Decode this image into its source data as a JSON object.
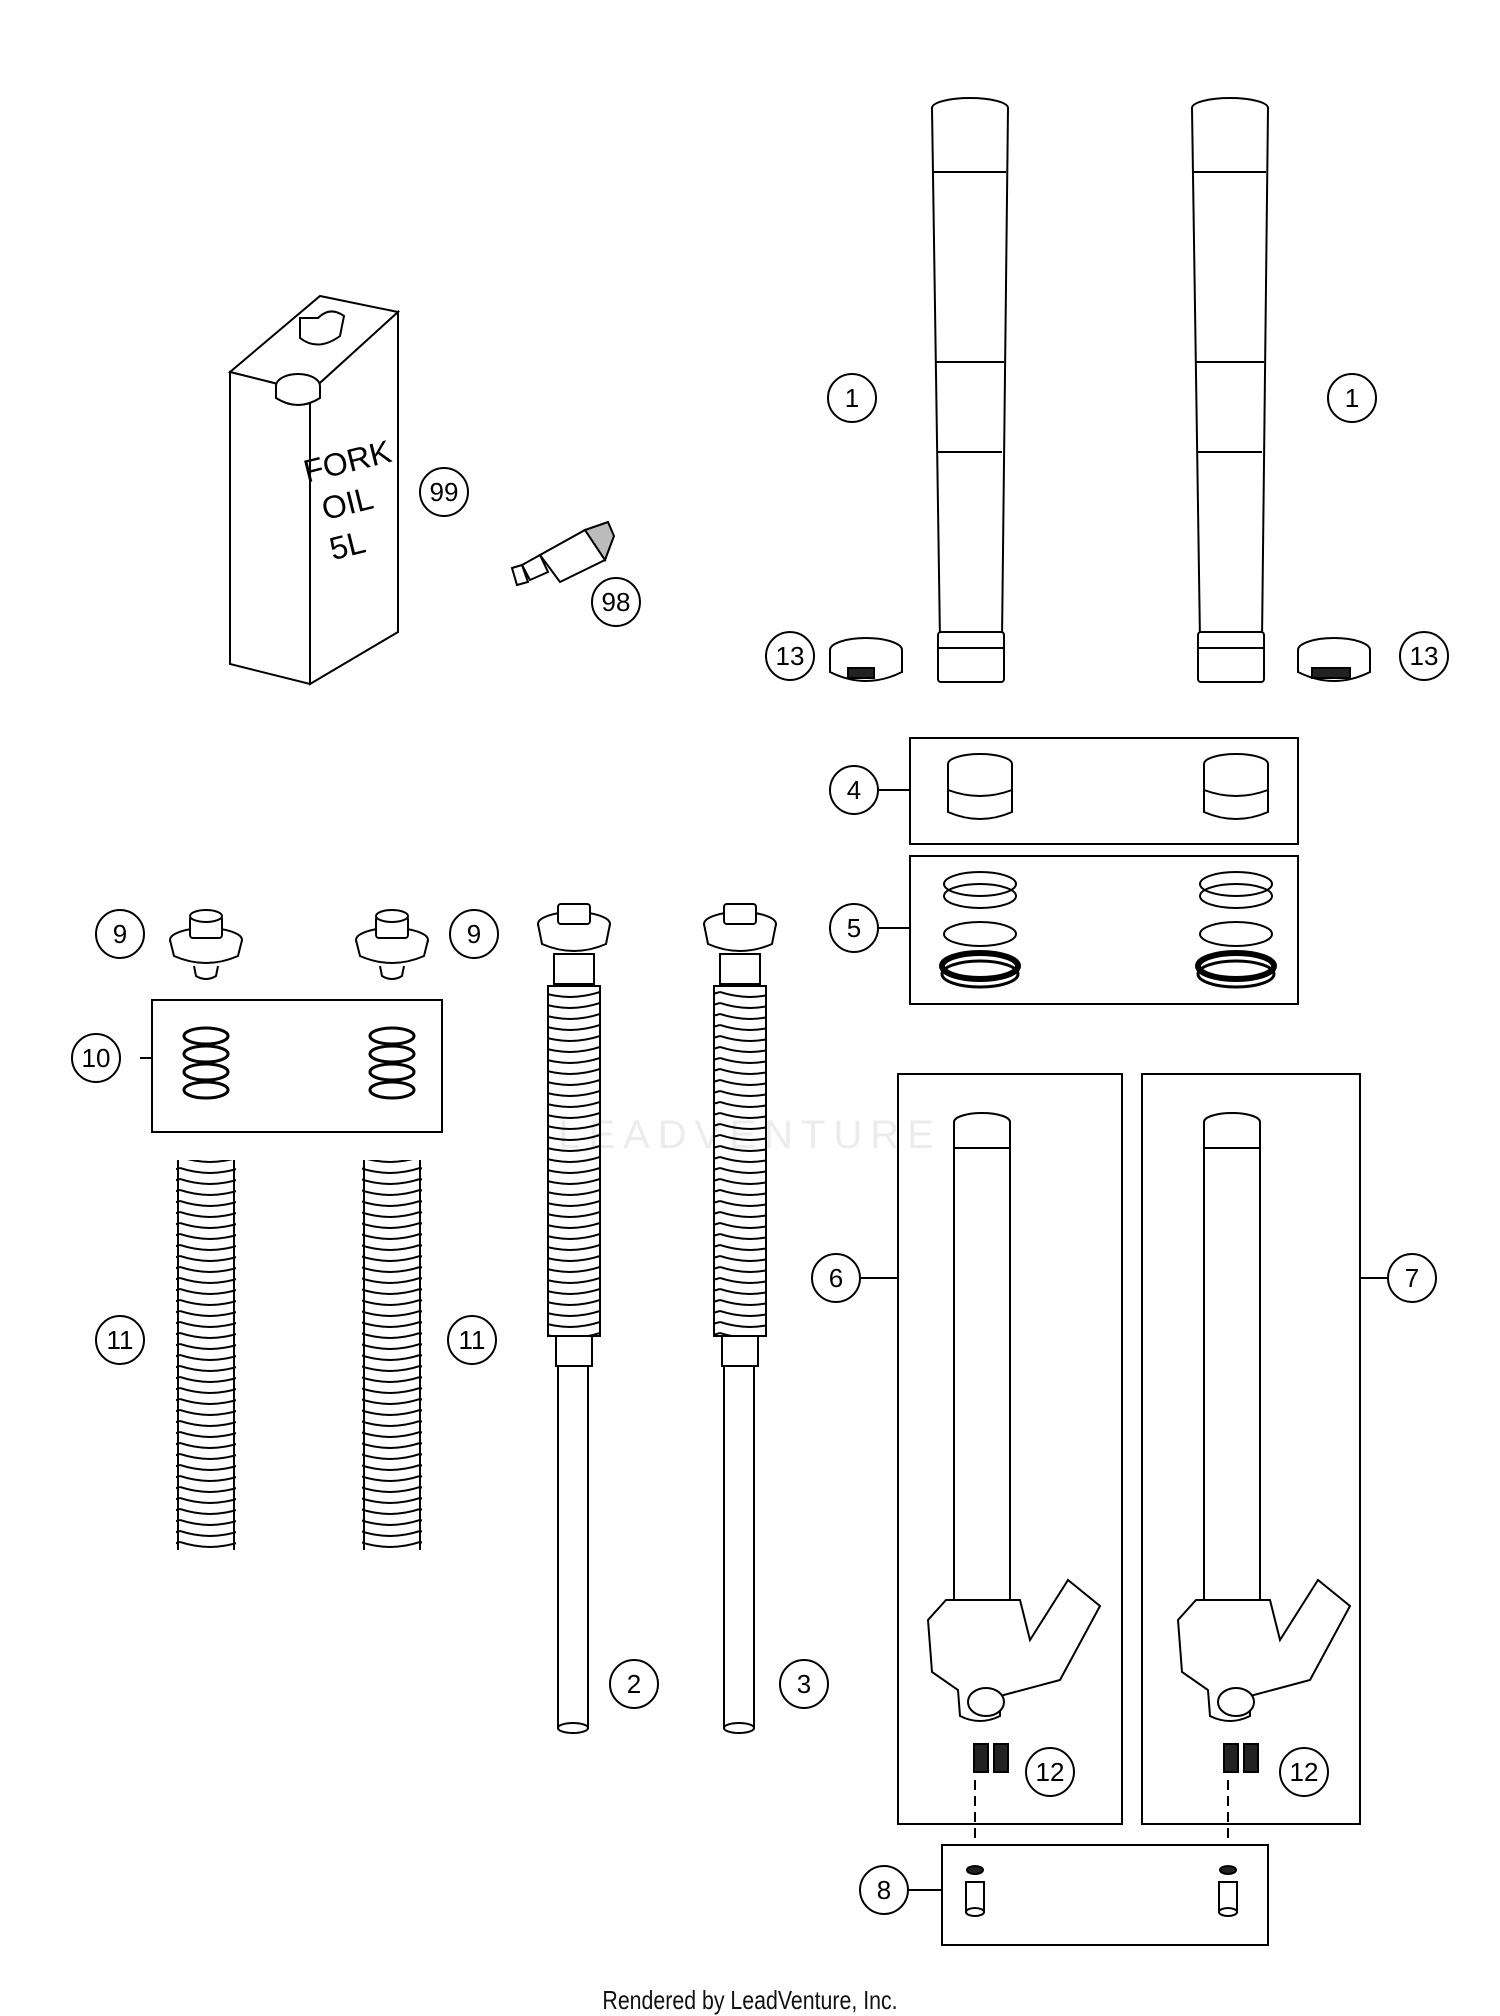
{
  "watermark": "LEADVENTURE",
  "oil_can": {
    "line1": "FORK",
    "line2": "OIL",
    "line3": "5L"
  },
  "callouts": {
    "c1a": "1",
    "c1b": "1",
    "c2": "2",
    "c3": "3",
    "c4": "4",
    "c5": "5",
    "c6": "6",
    "c7": "7",
    "c8": "8",
    "c9a": "9",
    "c9b": "9",
    "c10": "10",
    "c11a": "11",
    "c11b": "11",
    "c12a": "12",
    "c12b": "12",
    "c13a": "13",
    "c13b": "13",
    "c98": "98",
    "c99": "99"
  },
  "footer": "Rendered by LeadVenture, Inc.",
  "colors": {
    "line": "#000000",
    "part_fill": "#ffffff",
    "shade": "#d8d8d8",
    "dark": "#1a1a1a"
  }
}
